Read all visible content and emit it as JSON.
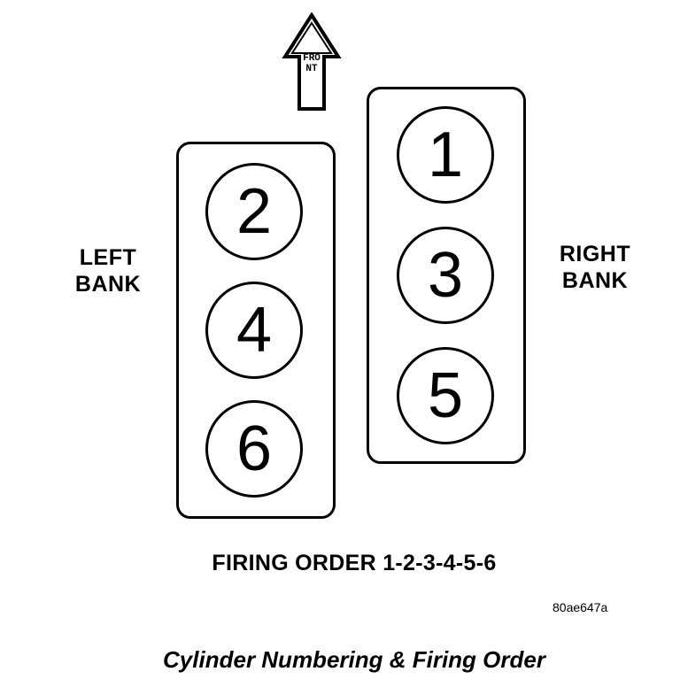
{
  "front_label": "FRONT",
  "left_bank": {
    "label_line1": "LEFT",
    "label_line2": "BANK",
    "cylinders": [
      "2",
      "4",
      "6"
    ]
  },
  "right_bank": {
    "label_line1": "RIGHT",
    "label_line2": "BANK",
    "cylinders": [
      "1",
      "3",
      "5"
    ]
  },
  "firing_order": "FIRING ORDER 1-2-3-4-5-6",
  "figure_id": "80ae647a",
  "caption": "Cylinder Numbering & Firing Order"
}
